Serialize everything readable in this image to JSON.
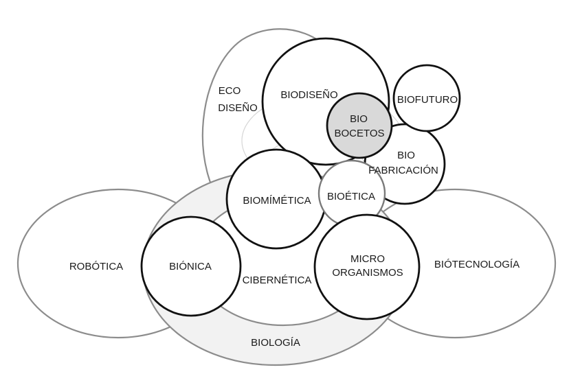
{
  "diagram": {
    "labels": {
      "robotica": "ROBÓTICA",
      "biotecnologia": "BIÓTECNOLOGÍA",
      "biologia": "BIOLOGÍA",
      "ecodiseno_1": "ECO",
      "ecodiseno_2": "DISEÑO",
      "biodiseno": "BIODISEÑO",
      "biofuturo": "BIOFUTURO",
      "biobocetos_1": "BIO",
      "biobocetos_2": "BOCETOS",
      "biofabricacion_1": "BIO",
      "biofabricacion_2": "FABRICACIÓN",
      "biomimetica": "BIOMÍMÉTICA",
      "bioetica": "BIOÉTICA",
      "bionica": "BIÓNICA",
      "cibernetica": "CIBERNÉTICA",
      "microorganismos_1": "MICRO",
      "microorganismos_2": "ORGANISMOS"
    },
    "colors": {
      "outer_stroke": "#8c8c8c",
      "inner_stroke": "#111111",
      "biologia_fill": "#f2f2f2",
      "biobocetos_fill": "#d9d9d9"
    }
  }
}
